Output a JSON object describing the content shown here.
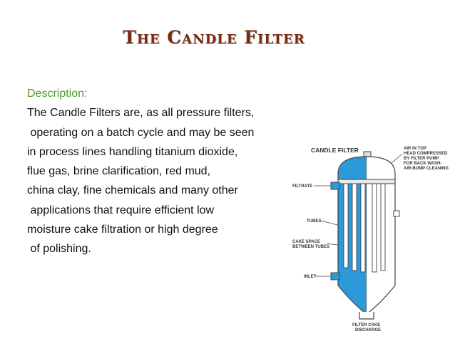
{
  "title": "The Candle Filter",
  "description_label": "Description:",
  "body_lines": [
    "The Candle Filters are, as all pressure filters,",
    " operating on a batch cycle and may be seen",
    "in process lines handling titanium dioxide,",
    "flue gas, brine clarification, red mud,",
    "china clay, fine chemicals and many other",
    " applications that require efficient low",
    "moisture cake filtration or high degree",
    " of polishing."
  ],
  "diagram": {
    "title": "CANDLE FILTER",
    "labels": {
      "filtrate": "FILTRATE",
      "tubes": "TUBES",
      "cake_space_1": "CAKE SPACE",
      "cake_space_2": "BETWEEN TUBES",
      "inlet": "INLET",
      "filter_cake_1": "FILTER CAKE",
      "filter_cake_2": "DISCHARGE",
      "air_1": "AIR IN TOP",
      "air_2": "HEAD COMPRESSED",
      "air_3": "BY FILTER PUMP",
      "air_4": "FOR BACK WASH-",
      "air_5": "AIR-BUMP CLEANING"
    },
    "colors": {
      "liquid": "#2c9ad8",
      "outline": "#444444"
    }
  }
}
